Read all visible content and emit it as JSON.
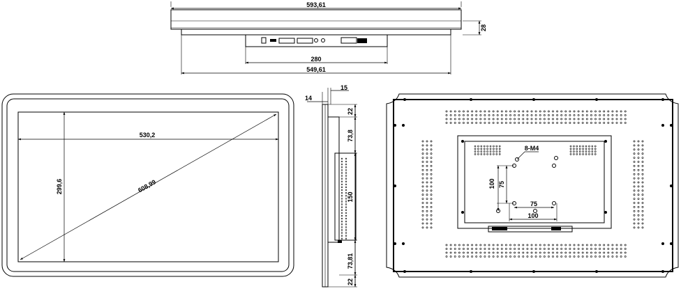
{
  "top_view": {
    "width_label": "593,61",
    "height_label": "28",
    "connector_span_label": "280",
    "back_width_label": "549,61"
  },
  "front_view": {
    "active_width_label": "530,2",
    "active_height_label": "299,6",
    "diagonal_label": "608,99"
  },
  "side_view": {
    "depth_label": "14",
    "bezel_label": "15",
    "top_margin_label": "22",
    "upper_span_label": "73,8",
    "center_span_label": "150",
    "lower_span_label": "73,81",
    "bottom_margin_label": "22"
  },
  "rear_view": {
    "screw_label": "8-M4",
    "vesa_vertical_label": "100",
    "inner_vertical_label": "75",
    "inner_horizontal_label": "75",
    "vesa_horizontal_label": "100"
  }
}
